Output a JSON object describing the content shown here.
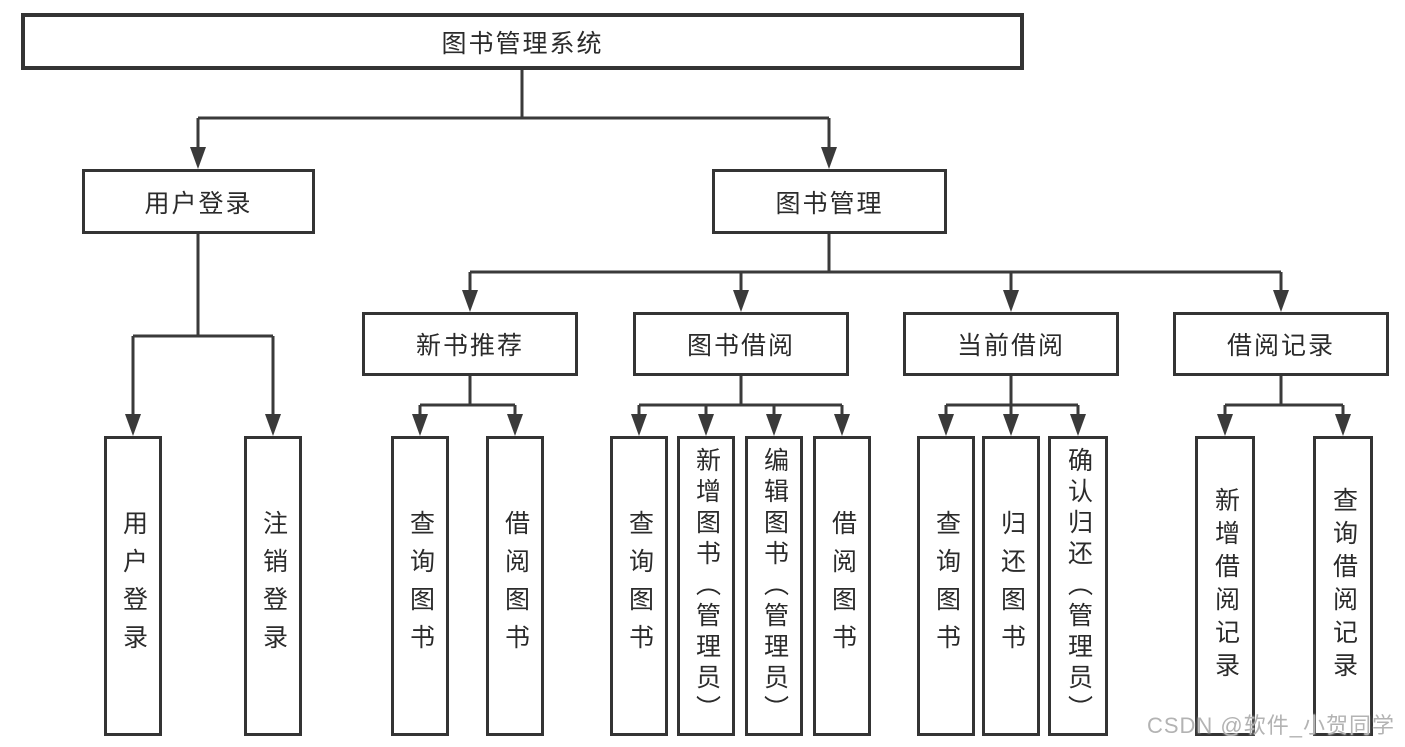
{
  "tree": {
    "root": "图书管理系统",
    "level2": {
      "login": "用户登录",
      "management": "图书管理"
    },
    "level3": {
      "new_books": "新书推荐",
      "book_borrow": "图书借阅",
      "current_borrow": "当前借阅",
      "borrow_records": "借阅记录"
    },
    "leaves": {
      "login": [
        "用户登录",
        "注销登录"
      ],
      "new_books": [
        "查询图书",
        "借阅图书"
      ],
      "book_borrow": [
        "查询图书",
        "新增图书（管理员）",
        "编辑图书（管理员）",
        "借阅图书"
      ],
      "current_borrow": [
        "查询图书",
        "归还图书",
        "确认归还（管理员）"
      ],
      "borrow_records": [
        "新增借阅记录",
        "查询借阅记录"
      ]
    }
  },
  "watermark": "CSDN @软件_小贺同学",
  "colors": {
    "line": "#3a3a3a",
    "box_border": "#343434",
    "box_fill": "#ffffff",
    "text": "#2b2b2b",
    "watermark": "#b3b3b3"
  }
}
